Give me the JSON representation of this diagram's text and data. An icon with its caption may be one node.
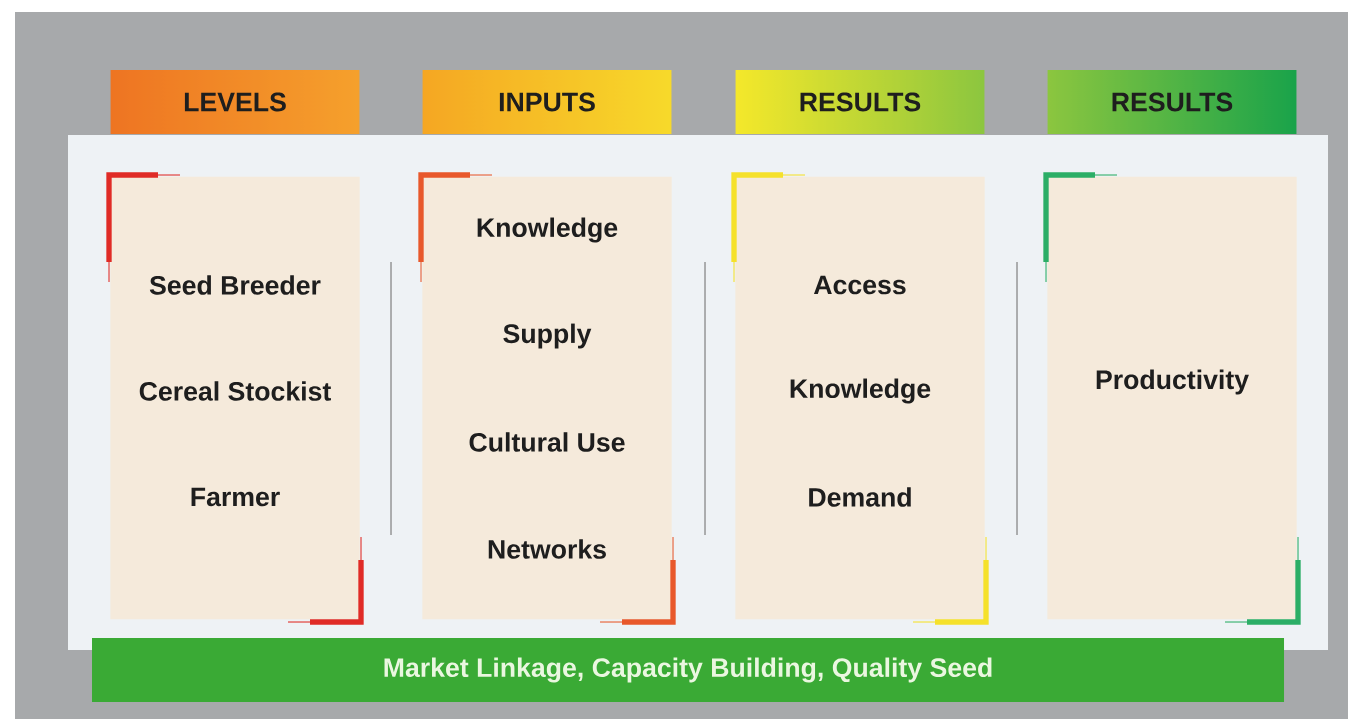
{
  "diagram": {
    "nodes": [
      {
        "text": [
          "LEVELS"
        ]
      },
      {
        "text": [
          "INPUTS"
        ]
      },
      {
        "text": [
          "RESULTS"
        ]
      },
      {
        "text": [
          "RESULTS"
        ]
      },
      {
        "text": [
          "Seed Breeder",
          "Cereal Stockist",
          "Farmer"
        ]
      },
      {
        "text": [
          "Knowledge",
          "Supply",
          "Cultural Use",
          "Networks"
        ]
      },
      {
        "text": [
          "Access",
          "Knowledge",
          "Demand"
        ]
      },
      {
        "text": [
          "Productivity"
        ]
      },
      {
        "text": [
          "Market Linkage, Capacity Building, Quality Seed"
        ]
      }
    ],
    "edges": []
  }
}
